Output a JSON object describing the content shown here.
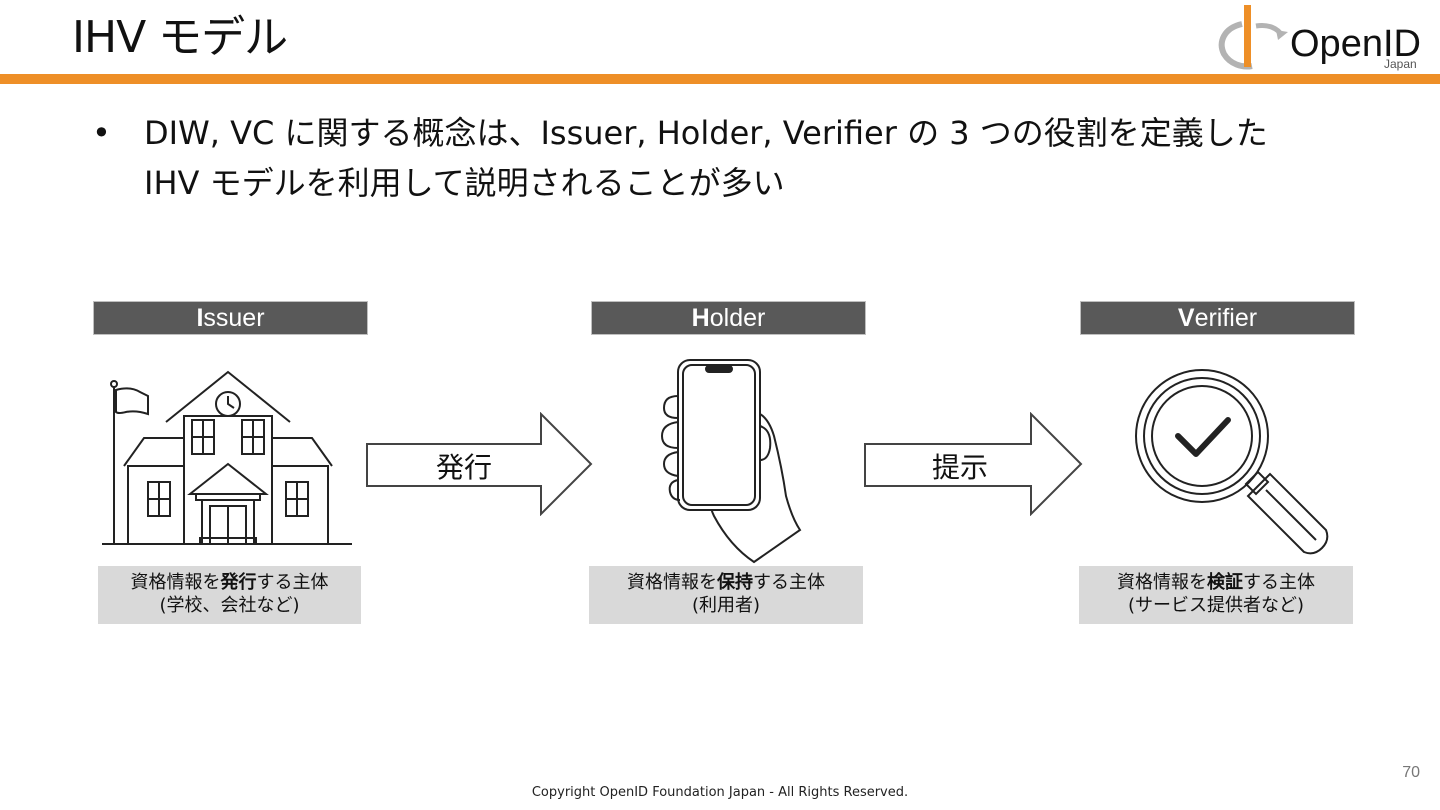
{
  "title": "IHV モデル",
  "logo": {
    "brand": "OpenID",
    "sub": "Japan"
  },
  "bullet": {
    "dot": "•",
    "line1": "DIW, VC に関する概念は、Issuer, Holder, Verifier の 3 つの役割を定義した",
    "line2": "IHV モデルを利用して説明されることが多い"
  },
  "roles": {
    "issuer": {
      "cap": "I",
      "rest": "ssuer",
      "desc_pre": "資格情報を",
      "desc_bold": "発行",
      "desc_post": "する主体",
      "desc_line2": "(学校、会社など)"
    },
    "holder": {
      "cap": "H",
      "rest": "older",
      "desc_pre": "資格情報を",
      "desc_bold": "保持",
      "desc_post": "する主体",
      "desc_line2": "(利用者)"
    },
    "verifier": {
      "cap": "V",
      "rest": "erifier",
      "desc_pre": "資格情報を",
      "desc_bold": "検証",
      "desc_post": "する主体",
      "desc_line2": "(サービス提供者など)"
    }
  },
  "arrows": {
    "issue": "発行",
    "present": "提示"
  },
  "page_number": "70",
  "copyright": "Copyright OpenID Foundation Japan - All Rights Reserved.",
  "colors": {
    "accent": "#ee8f27",
    "header_bg": "#595959",
    "desc_bg": "#d9d9d9"
  }
}
